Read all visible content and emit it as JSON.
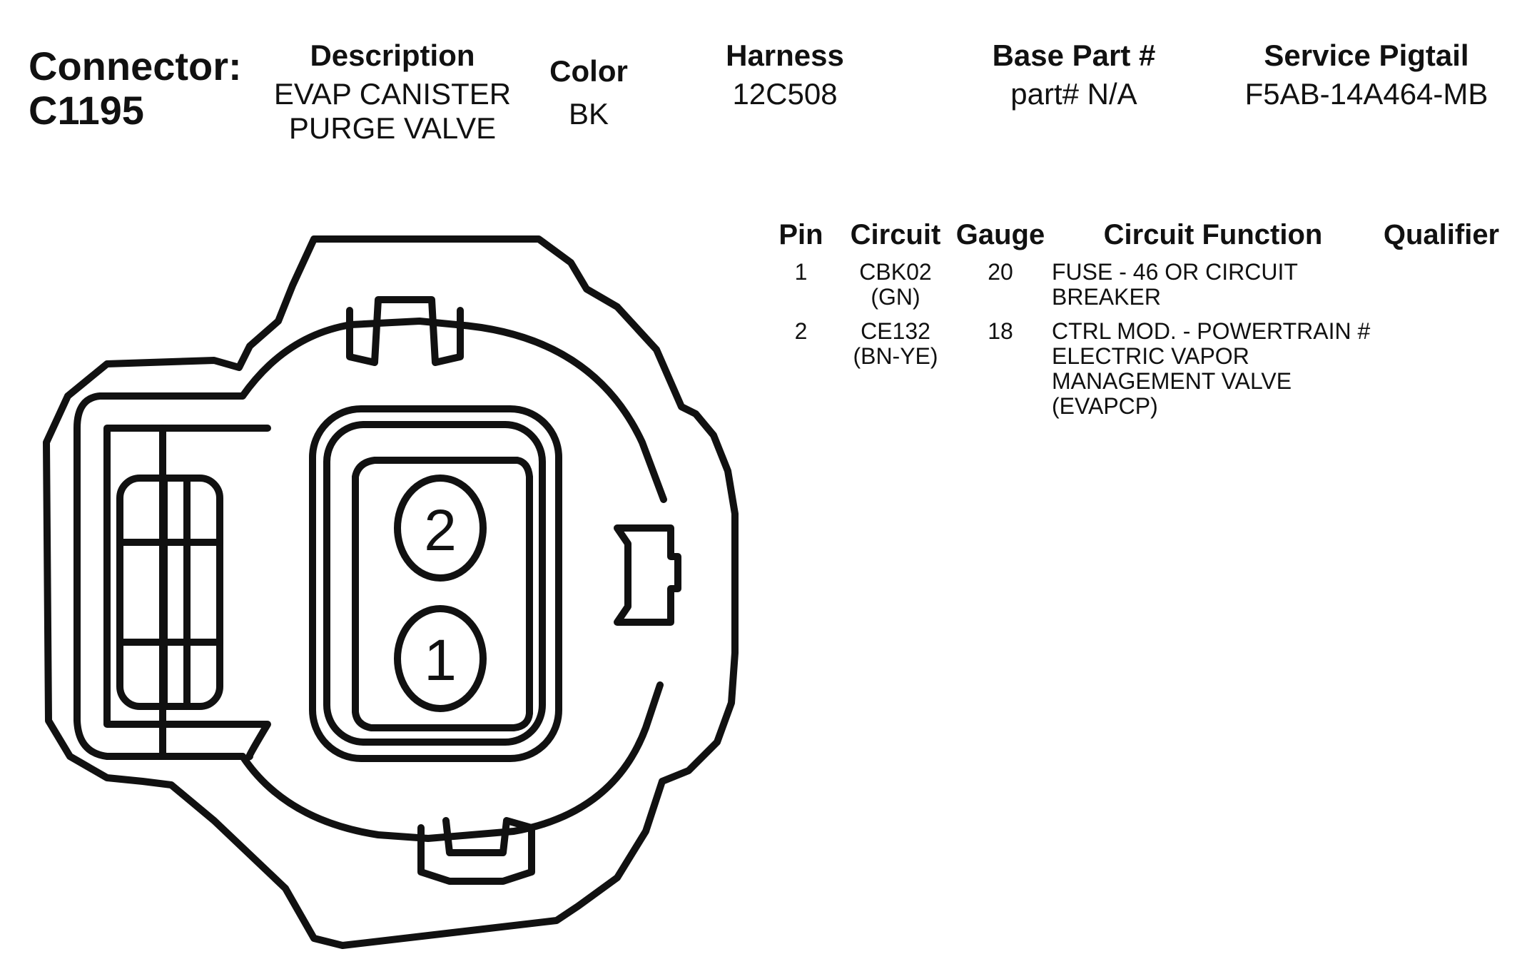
{
  "connector": {
    "label": "Connector:",
    "id": "C1195"
  },
  "description": {
    "label": "Description",
    "lines": [
      "EVAP CANISTER",
      "PURGE VALVE"
    ]
  },
  "color": {
    "label": "Color",
    "value": "BK"
  },
  "harness": {
    "label": "Harness",
    "value": "12C508"
  },
  "base_part": {
    "label": "Base Part #",
    "value": "part# N/A"
  },
  "service_pigtail": {
    "label": "Service Pigtail",
    "value": "F5AB-14A464-MB"
  },
  "table": {
    "headers": {
      "pin": "Pin",
      "circuit": "Circuit",
      "gauge": "Gauge",
      "function": "Circuit Function",
      "qualifier": "Qualifier"
    },
    "rows": [
      {
        "pin": "1",
        "circuit": [
          "CBK02",
          "(GN)"
        ],
        "gauge": "20",
        "function": [
          "FUSE - 46 OR CIRCUIT",
          "BREAKER"
        ],
        "qualifier": ""
      },
      {
        "pin": "2",
        "circuit": [
          "CE132",
          "(BN-YE)"
        ],
        "gauge": "18",
        "function": [
          "CTRL MOD. - POWERTRAIN #",
          "ELECTRIC VAPOR",
          "MANAGEMENT VALVE",
          "(EVAPCP)"
        ],
        "qualifier": ""
      }
    ]
  },
  "diagram": {
    "pins": [
      "2",
      "1"
    ]
  }
}
